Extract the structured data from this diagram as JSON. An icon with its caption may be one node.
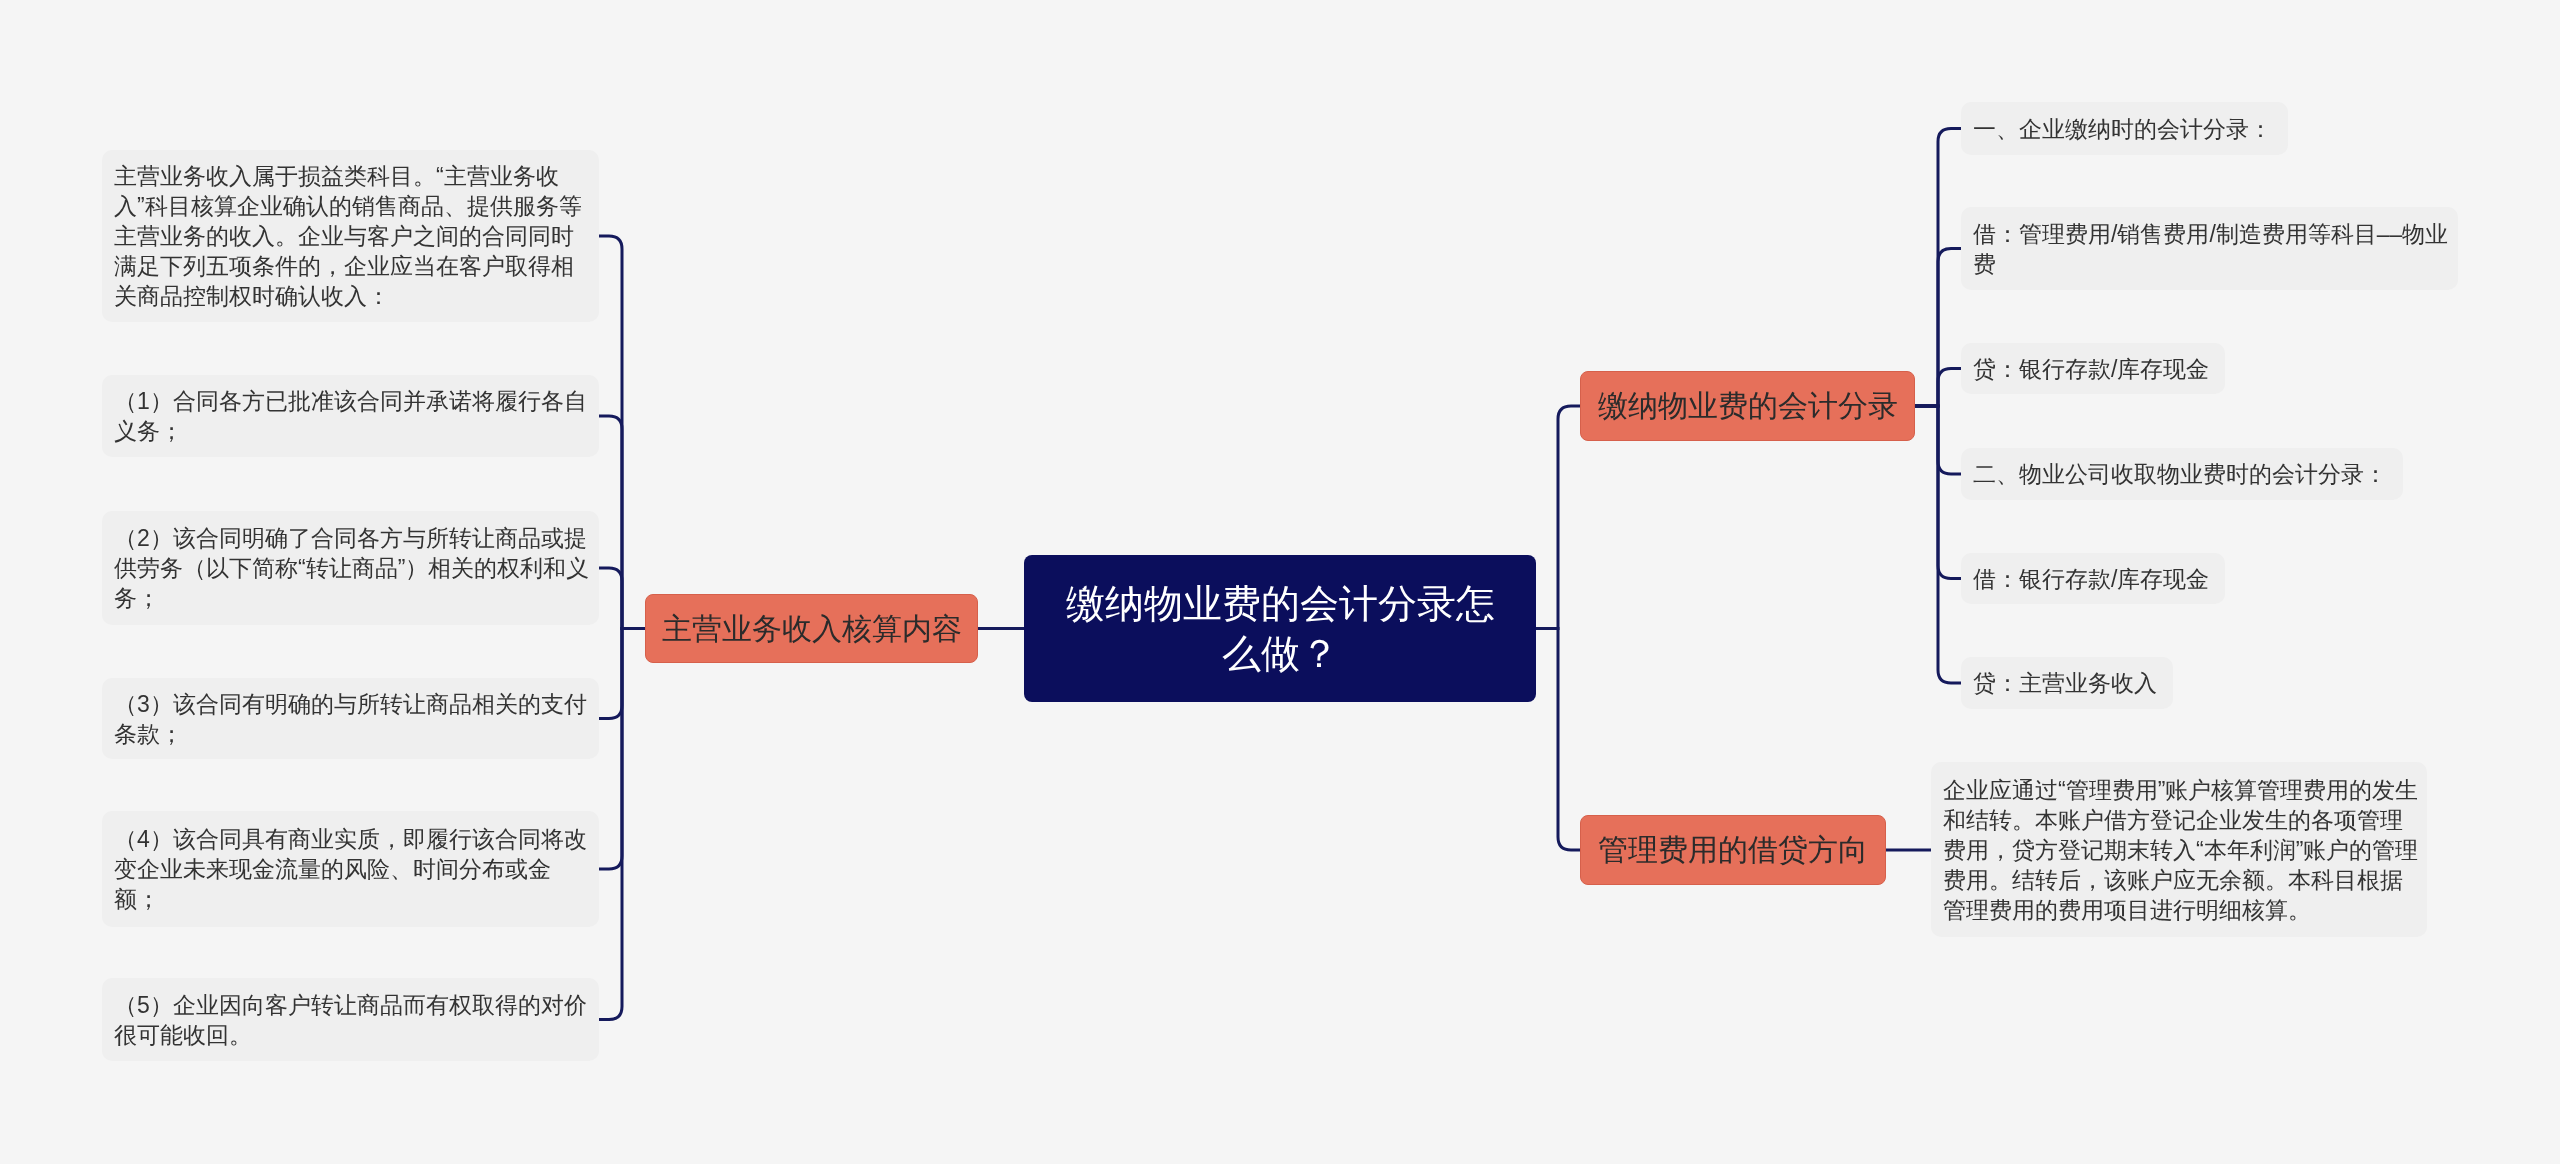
{
  "diagram": {
    "nodes": [
      {
        "text": [
          "缴纳物业费的会计分录怎么做？"
        ]
      },
      {
        "text": [
          "主营业务收入核算内容"
        ]
      },
      {
        "text": [
          "主营业务收入属于损益类科目。“主营业务收入”科目核算企业确认的销售商品、提供服务等主营业务的收入。企业与客户之间的合同同时满足下列五项条件的，企业应当在客户取得相关商品控制权时确认收入："
        ]
      },
      {
        "text": [
          "（1）合同各方已批准该合同并承诺将履行各自义务；"
        ]
      },
      {
        "text": [
          "（2）该合同明确了合同各方与所转让商品或提供劳务（以下简称“转让商品”）相关的权利和义务；"
        ]
      },
      {
        "text": [
          "（3）该合同有明确的与所转让商品相关的支付条款；"
        ]
      },
      {
        "text": [
          "（4）该合同具有商业实质，即履行该合同将改变企业未来现金流量的风险、时间分布或金额；"
        ]
      },
      {
        "text": [
          "（5）企业因向客户转让商品而有权取得的对价很可能收回。"
        ]
      },
      {
        "text": [
          "缴纳物业费的会计分录"
        ]
      },
      {
        "text": [
          "一、企业缴纳时的会计分录："
        ]
      },
      {
        "text": [
          "借：管理费用/销售费用/制造费用等科目––物业费"
        ]
      },
      {
        "text": [
          "贷：银行存款/库存现金"
        ]
      },
      {
        "text": [
          "二、物业公司收取物业费时的会计分录："
        ]
      },
      {
        "text": [
          "借：银行存款/库存现金"
        ]
      },
      {
        "text": [
          "贷：主营业务收入"
        ]
      },
      {
        "text": [
          "管理费用的借贷方向"
        ]
      },
      {
        "text": [
          "企业应通过“管理费用”账户核算管理费用的发生和结转。本账户借方登记企业发生的各项管理费用，贷方登记期末转入“本年利润”账户的管理费用。结转后，该账户应无余额。本科目根据管理费用的费用项目进行明细核算。"
        ]
      }
    ],
    "edges": [
      {
        "from": 0,
        "to": 1,
        "arrow": "none"
      },
      {
        "from": 1,
        "to": 2,
        "arrow": "none"
      },
      {
        "from": 1,
        "to": 3,
        "arrow": "none"
      },
      {
        "from": 1,
        "to": 4,
        "arrow": "none"
      },
      {
        "from": 1,
        "to": 5,
        "arrow": "none"
      },
      {
        "from": 1,
        "to": 6,
        "arrow": "none"
      },
      {
        "from": 1,
        "to": 7,
        "arrow": "none"
      },
      {
        "from": 0,
        "to": 8,
        "arrow": "none"
      },
      {
        "from": 8,
        "to": 9,
        "arrow": "none"
      },
      {
        "from": 8,
        "to": 10,
        "arrow": "none"
      },
      {
        "from": 8,
        "to": 11,
        "arrow": "none"
      },
      {
        "from": 8,
        "to": 12,
        "arrow": "none"
      },
      {
        "from": 8,
        "to": 13,
        "arrow": "none"
      },
      {
        "from": 8,
        "to": 14,
        "arrow": "none"
      },
      {
        "from": 0,
        "to": 15,
        "arrow": "none"
      },
      {
        "from": 15,
        "to": 16,
        "arrow": "none"
      }
    ]
  }
}
